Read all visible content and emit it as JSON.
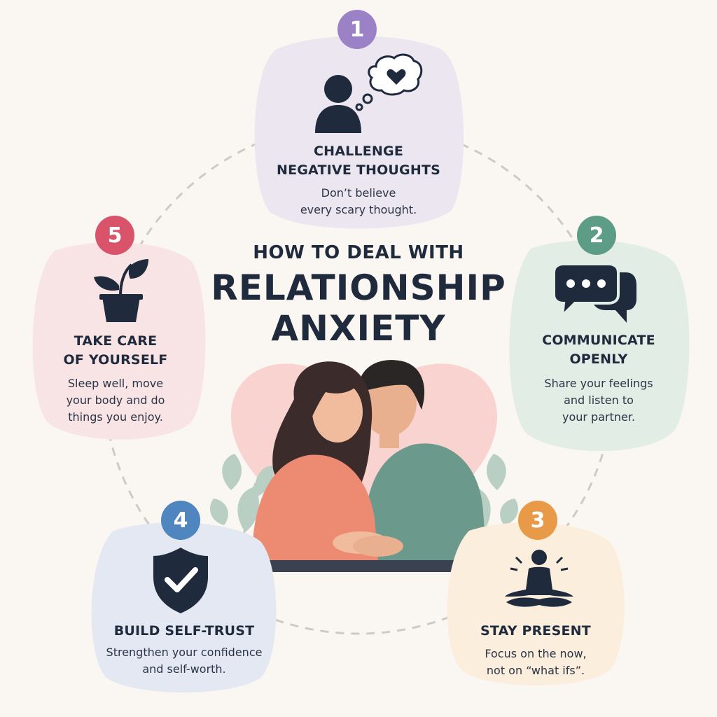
{
  "header": {
    "subtitle": "HOW TO DEAL WITH",
    "title_line1": "RELATIONSHIP",
    "title_line2": "ANXIETY"
  },
  "steps": [
    {
      "number": "1",
      "title_lines": [
        "CHALLENGE",
        "NEGATIVE THOUGHTS"
      ],
      "desc_lines": [
        "Don’t believe",
        "every scary thought."
      ],
      "icon": "person-thought-heart-icon",
      "badge_color": "#9b82c6",
      "card_color": "#ece6f1"
    },
    {
      "number": "2",
      "title_lines": [
        "COMMUNICATE",
        "OPENLY"
      ],
      "desc_lines": [
        "Share your feelings",
        "and listen to",
        "your partner."
      ],
      "icon": "speech-bubbles-icon",
      "badge_color": "#5d9c86",
      "card_color": "#e2ede6"
    },
    {
      "number": "3",
      "title_lines": [
        "STAY PRESENT"
      ],
      "desc_lines": [
        "Focus on the now,",
        "not on “what ifs”."
      ],
      "icon": "meditation-icon",
      "badge_color": "#e89a48",
      "card_color": "#fbeedd"
    },
    {
      "number": "4",
      "title_lines": [
        "BUILD SELF-TRUST"
      ],
      "desc_lines": [
        "Strengthen your confidence",
        "and self-worth."
      ],
      "icon": "shield-check-icon",
      "badge_color": "#4f86bf",
      "card_color": "#e3e8f2"
    },
    {
      "number": "5",
      "title_lines": [
        "TAKE CARE",
        "OF YOURSELF"
      ],
      "desc_lines": [
        "Sleep well, move",
        "your body and do",
        "things you enjoy."
      ],
      "icon": "potted-plant-icon",
      "badge_color": "#d9546a",
      "card_color": "#f8e4e4"
    }
  ],
  "colors": {
    "background": "#faf6f1",
    "ink": "#1f2a3c",
    "heart": "#f9d3cf",
    "woman_shirt": "#ec8a72",
    "man_shirt": "#6b9a8d",
    "leaf": "#b9cfc3",
    "dash": "#cfcac4"
  }
}
